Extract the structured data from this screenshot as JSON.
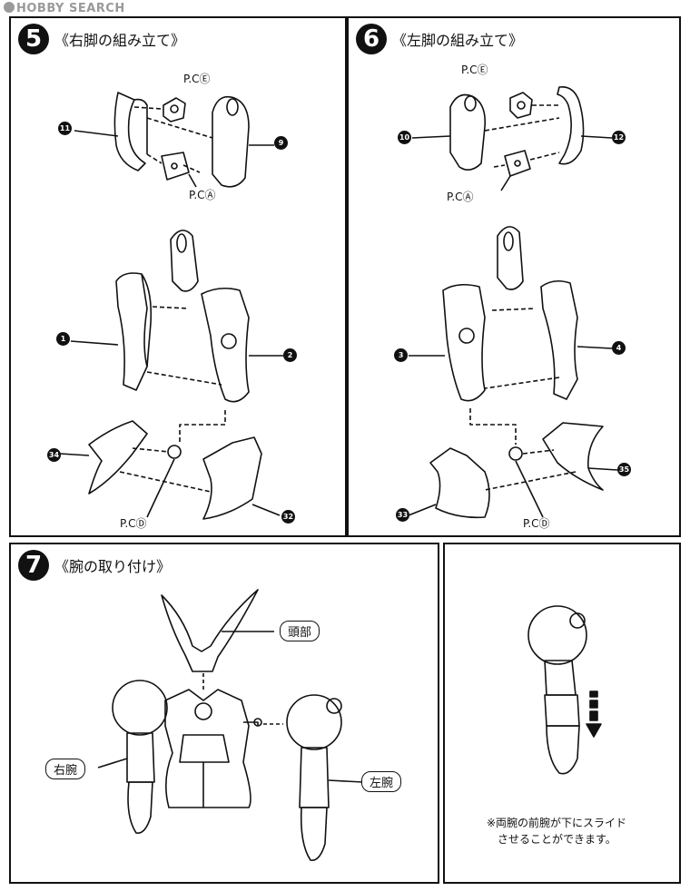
{
  "watermark": {
    "text": "HOBBY SEARCH"
  },
  "step5": {
    "number": "5",
    "title": "《右脚の組み立て》",
    "labels": {
      "pc_e": "P.CⒺ",
      "pc_a": "P.CⒶ",
      "pc_d": "P.CⒹ"
    },
    "parts": {
      "p11": "11",
      "p9": "9",
      "p1": "1",
      "p2": "2",
      "p34": "34",
      "p32": "32"
    }
  },
  "step6": {
    "number": "6",
    "title": "《左脚の組み立て》",
    "labels": {
      "pc_e": "P.CⒺ",
      "pc_a": "P.CⒶ",
      "pc_d": "P.CⒹ"
    },
    "parts": {
      "p10": "10",
      "p12": "12",
      "p3": "3",
      "p4": "4",
      "p35": "35",
      "p33": "33"
    }
  },
  "step7": {
    "number": "7",
    "title": "《腕の取り付け》",
    "labels": {
      "head": "頭部",
      "right_arm": "右腕",
      "left_arm": "左腕"
    }
  },
  "note": {
    "line1": "※両腕の前腕が下にスライド",
    "line2": "させることができます。"
  }
}
